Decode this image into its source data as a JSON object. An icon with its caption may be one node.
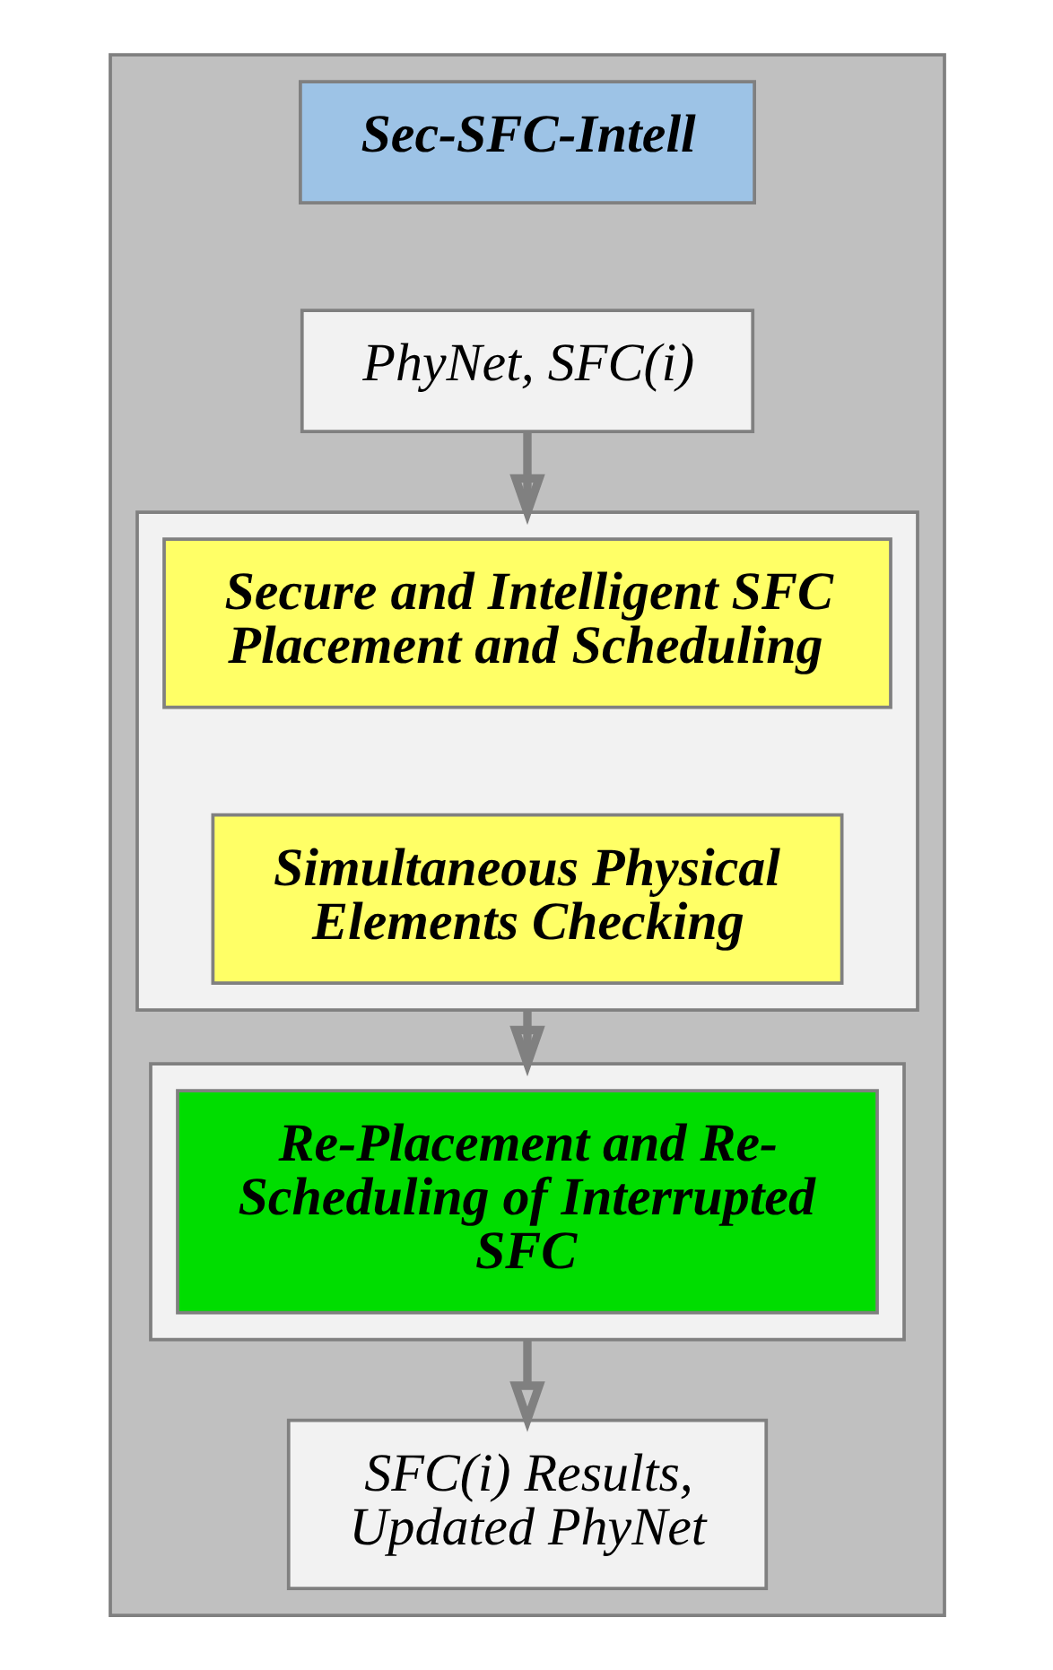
{
  "diagram": {
    "nodes": [
      {
        "text": [],
        "shape": "box"
      },
      {
        "text": [
          "Sec-SFC-Intell"
        ],
        "in": 0
      },
      {
        "text": [
          "PhyNet, SFC(i)"
        ],
        "in": 0
      },
      {
        "text": [],
        "shape": "box",
        "in": 0
      },
      {
        "text": [
          "Secure and Intelligent SFC Placement and Scheduling"
        ],
        "in": 3
      },
      {
        "text": [
          "Simultaneous Physical Elements Checking"
        ],
        "in": 3
      },
      {
        "text": [],
        "shape": "box",
        "in": 0
      },
      {
        "text": [
          "Re-Placement and Re-Scheduling of Interrupted SFC"
        ],
        "in": 6
      },
      {
        "text": [
          "SFC(i) Results, Updated PhyNet"
        ],
        "in": 0
      }
    ],
    "edges": [
      {
        "from": 2,
        "to": 3,
        "arrow": "to"
      },
      {
        "from": 3,
        "to": 6,
        "arrow": "to"
      },
      {
        "from": 6,
        "to": 8,
        "arrow": "to"
      }
    ]
  }
}
